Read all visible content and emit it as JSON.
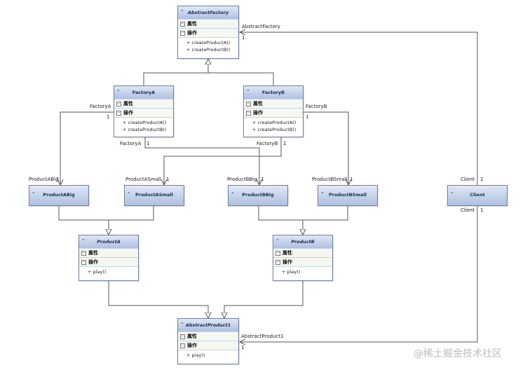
{
  "classes": {
    "abstract_factory": {
      "name": "AbstractFactory",
      "attributes_label": "属性",
      "operations_label": "操作",
      "methods": [
        "+ createProductA()",
        "+ createProductB()"
      ]
    },
    "factory_a": {
      "name": "FactoryA",
      "attributes_label": "属性",
      "operations_label": "操作",
      "methods": [
        "+ createProductA()",
        "+ createProductB()"
      ]
    },
    "factory_b": {
      "name": "FactoryB",
      "attributes_label": "属性",
      "operations_label": "操作",
      "methods": [
        "+ createProductA()",
        "+ createProductB()"
      ]
    },
    "product_a_big": {
      "name": "ProductABig"
    },
    "product_a_small": {
      "name": "ProductASmall"
    },
    "product_b_big": {
      "name": "ProductBBig"
    },
    "product_b_small": {
      "name": "ProductBSmall"
    },
    "client": {
      "name": "Client"
    },
    "product_a": {
      "name": "ProductA",
      "attributes_label": "属性",
      "operations_label": "操作",
      "methods": [
        "+ play()"
      ]
    },
    "product_b": {
      "name": "ProductB",
      "attributes_label": "属性",
      "operations_label": "操作",
      "methods": [
        "+ play()"
      ]
    },
    "abstract_product1": {
      "name": "AbstractProduct1",
      "attributes_label": "属性",
      "operations_label": "操作",
      "methods": [
        "+ play()"
      ]
    }
  },
  "association_labels": {
    "client_to_factory_role": "AbstractFactory",
    "client_to_factory_mult": "1",
    "fa_to_abig_role_top": "FactoryA",
    "fa_to_abig_mult_top": "1",
    "fa_to_abig_role": "ProductABig",
    "fa_to_abig_mult": "1",
    "fb_to_bsmall_role_top": "FactoryB",
    "fb_to_bsmall_mult_top": "1",
    "fb_to_bsmall_role": "ProductBSmall",
    "fb_to_bsmall_mult": "1",
    "fa_to_asmall_role_top": "FactoryA",
    "fa_to_asmall_mult_top": "1",
    "fa_to_asmall_role": "ProductASmall",
    "fa_to_asmall_mult": "1",
    "fb_to_bbig_role_top": "FactoryB",
    "fb_to_bbig_mult_top": "1",
    "fb_to_bbig_role": "ProductBBig",
    "fb_to_bbig_mult": "1",
    "client_top_role": "Client",
    "client_top_mult": "1",
    "client_bottom_role": "Client",
    "client_bottom_mult": "1",
    "client_to_product_role": "AbstractProduct1",
    "client_to_product_mult": "1"
  },
  "watermark": "@稀土掘金技术社区",
  "colors": {
    "header_top": "#dfe7f6",
    "header_bottom": "#afc0e0",
    "border": "#6d7f9f",
    "line": "#555555"
  }
}
